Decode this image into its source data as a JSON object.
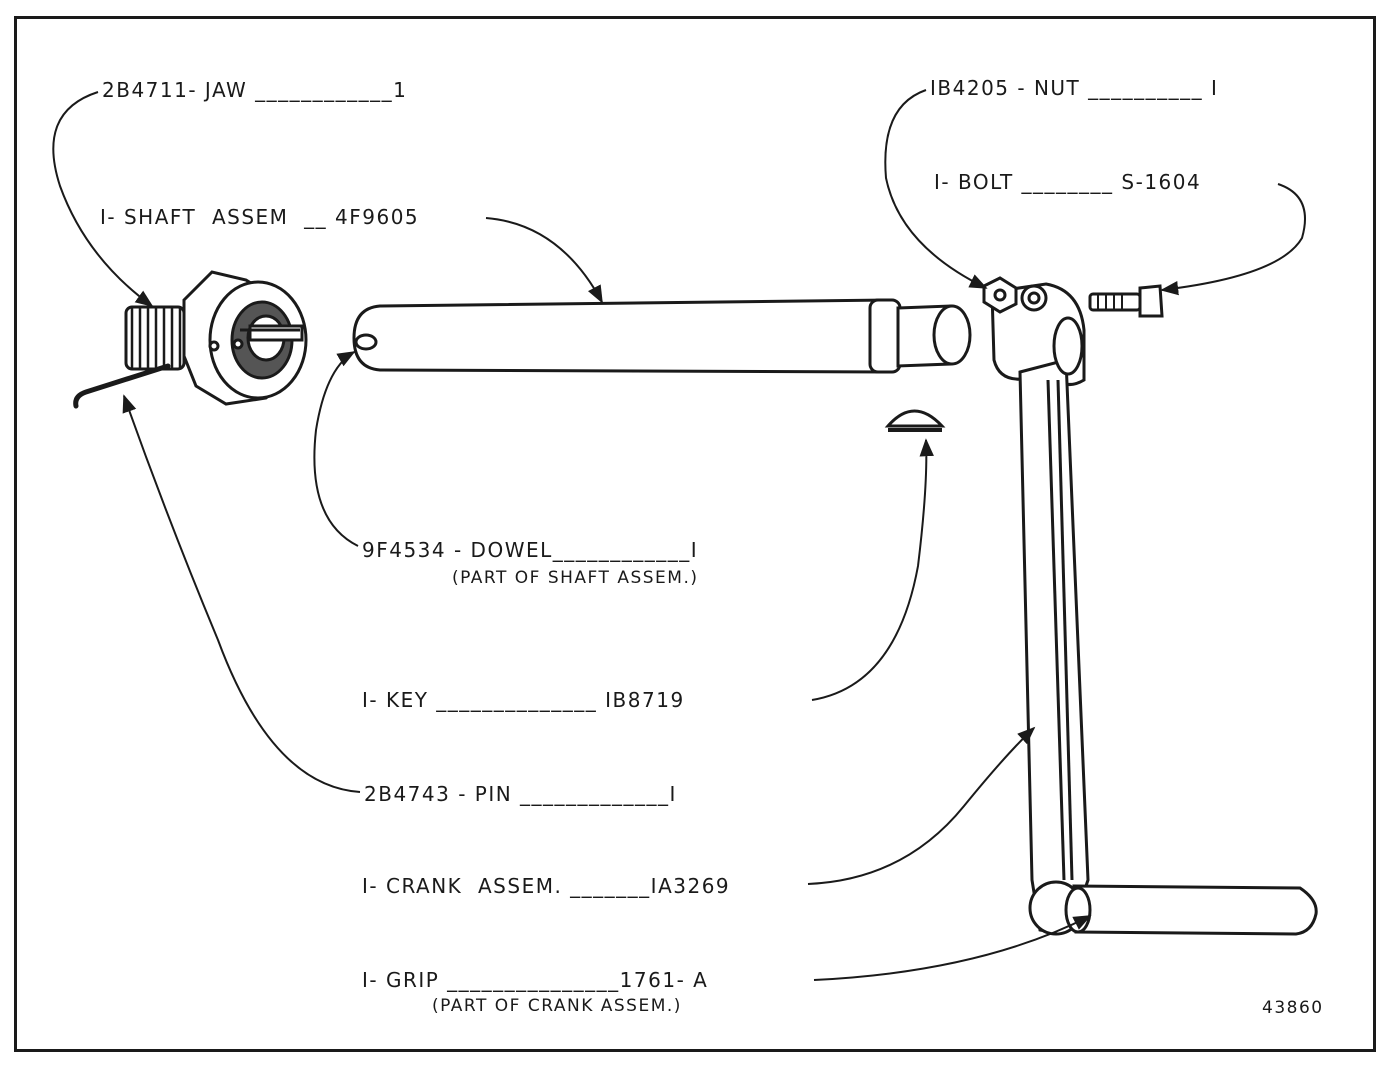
{
  "labels": {
    "jaw": "2B4711- JAW ____________1",
    "shaft": "I- SHAFT  ASSEM  __ 4F9605",
    "nut": "IB4205 - NUT __________ I",
    "bolt": "I- BOLT ________ S-1604",
    "dowel": "9F4534 - DOWEL____________I",
    "dowel_note": "(PART OF SHAFT ASSEM.)",
    "key": "I- KEY ______________ IB8719",
    "pin": "2B4743 - PIN _____________I",
    "crank": "I- CRANK  ASSEM. _______IA3269",
    "grip": "I- GRIP _______________1761- A",
    "grip_note": "(PART OF CRANK ASSEM.)",
    "figure_number": "43860"
  },
  "colors": {
    "ink": "#1a1a1a",
    "paper": "#ffffff",
    "shade": "#555555"
  }
}
